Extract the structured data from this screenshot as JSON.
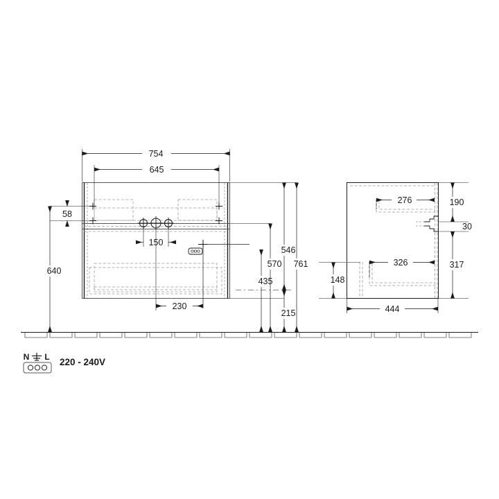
{
  "drawing": {
    "title": "Bathroom vanity unit technical dimension drawing",
    "units": "mm",
    "line_color": "#1a1a1a",
    "hidden_line_color": "#808080",
    "background": "#ffffff"
  },
  "front_view": {
    "name": "front-elevation",
    "dimensions": {
      "overall_width": "754",
      "inner_width": "645",
      "top_offset": "58",
      "tap_hole_spacing": "150",
      "socket_offset": "230",
      "floor_to_bottom": "640"
    }
  },
  "vertical_dimensions": {
    "height_435": "435",
    "height_546": "546",
    "height_570": "570",
    "height_761": "761",
    "height_215": "215"
  },
  "side_view": {
    "name": "side-elevation",
    "dimensions": {
      "upper_drawer_depth": "276",
      "upper_height": "190",
      "gap": "30",
      "lower_height": "317",
      "lower_drawer_depth": "326",
      "lower_offset": "148",
      "overall_depth": "444"
    }
  },
  "electrical": {
    "terminal_n": "N",
    "terminal_l": "L",
    "earth_symbol": "earth-ground-icon",
    "voltage": "220 - 240V"
  }
}
